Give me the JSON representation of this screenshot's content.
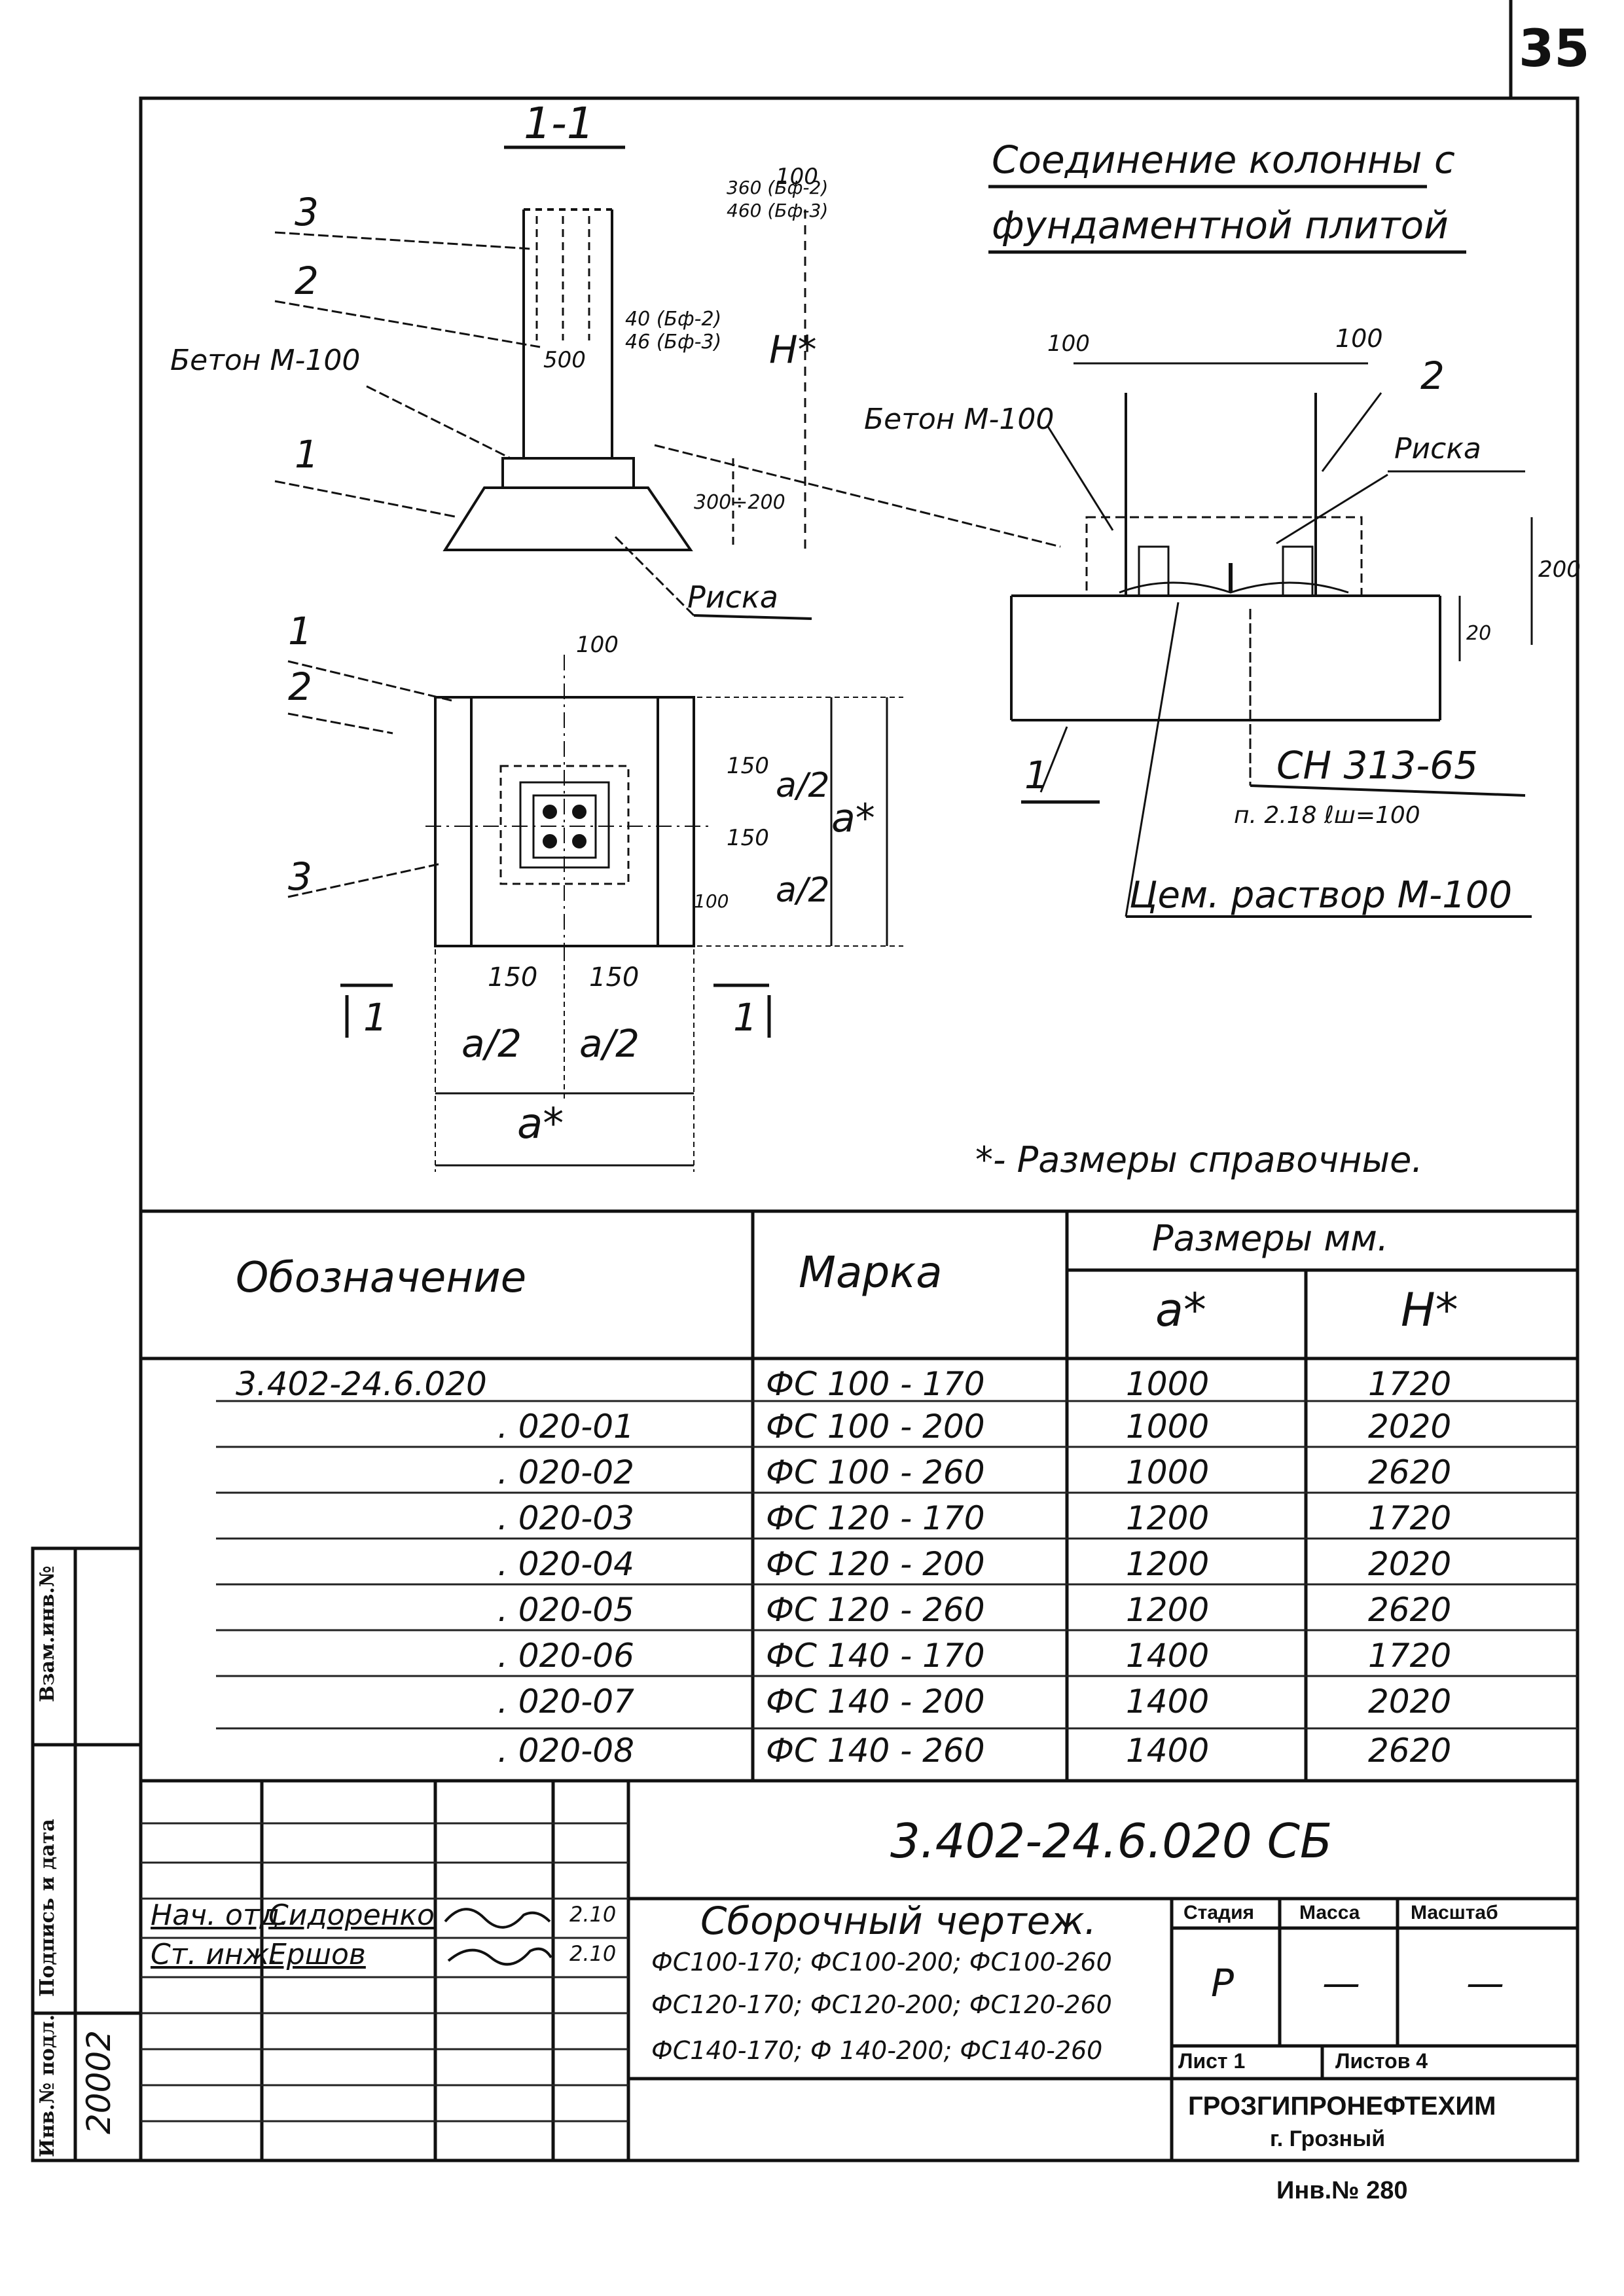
{
  "page_number": "35",
  "section_label": "1-1",
  "title_lines": [
    "Соединение колонны с",
    "фундаментной плитой"
  ],
  "drawing_left": {
    "callouts": [
      "3",
      "2",
      "1"
    ],
    "beton_label": "Бетон М-100",
    "riska_label": "Риска",
    "dims": {
      "top_100": "100",
      "height_h": "H*",
      "d500": "500",
      "d300_200": "300÷200",
      "vert_note_1": "360 (Бф-2)",
      "vert_note_2": "460 (Бф-3)",
      "small_note_1": "40 (Бф-2)",
      "small_note_2": "46 (Бф-3)"
    }
  },
  "drawing_plan": {
    "callouts": [
      "1",
      "2",
      "3"
    ],
    "dims": {
      "d100_top": "100",
      "d150_left": "150",
      "d150_right": "150",
      "a_half_left": "a/2",
      "a_half_right": "a/2",
      "a_star": "a*",
      "v150_a": "150",
      "v150_b": "150",
      "v100": "100",
      "a_half_v_top": "a/2",
      "a_half_v_bot": "a/2",
      "a_star_v": "a*"
    },
    "section_marks": [
      "1",
      "1"
    ]
  },
  "drawing_right": {
    "beton_label": "Бетон М-100",
    "riska_label": "Риска",
    "callouts": [
      "2",
      "1"
    ],
    "dims": {
      "d100_left": "100",
      "d100_right": "100",
      "d200": "200",
      "d20": "20"
    },
    "snip": "СН 313-65",
    "snip_note": "п. 2.18   ℓш=100",
    "mortar": "Цем. раствор М-100"
  },
  "footnote": "*- Размеры справочные.",
  "spec_table": {
    "headers": {
      "designation": "Обозначение",
      "mark": "Марка",
      "sizes": "Размеры мм.",
      "a": "a*",
      "h": "H*"
    },
    "rows": [
      {
        "designation": "3.402-24.6.020",
        "mark": "ФС 100 - 170",
        "a": "1000",
        "h": "1720"
      },
      {
        "designation": ". 020-01",
        "mark": "ФС 100 - 200",
        "a": "1000",
        "h": "2020"
      },
      {
        "designation": ". 020-02",
        "mark": "ФС 100 - 260",
        "a": "1000",
        "h": "2620"
      },
      {
        "designation": ". 020-03",
        "mark": "ФС 120 - 170",
        "a": "1200",
        "h": "1720"
      },
      {
        "designation": ". 020-04",
        "mark": "ФС 120 - 200",
        "a": "1200",
        "h": "2020"
      },
      {
        "designation": ". 020-05",
        "mark": "ФС 120 - 260",
        "a": "1200",
        "h": "2620"
      },
      {
        "designation": ". 020-06",
        "mark": "ФС 140 - 170",
        "a": "1400",
        "h": "1720"
      },
      {
        "designation": ". 020-07",
        "mark": "ФС 140 - 200",
        "a": "1400",
        "h": "2020"
      },
      {
        "designation": ". 020-08",
        "mark": "ФС 140 - 260",
        "a": "1400",
        "h": "2620"
      }
    ]
  },
  "side_strip": {
    "vzam": "Взам.инв.№",
    "podpis": "Подпись и дата",
    "inv_podl": "Инв.№ подл.",
    "inv_value": "20002"
  },
  "title_block": {
    "doc_code": "3.402-24.6.020 СБ",
    "doc_name": "Сборочный чертеж.",
    "marks_lines": [
      "ФС100-170; ФС100-200; ФС100-260",
      "ФС120-170; ФС120-200; ФС120-260",
      "ФС140-170; Ф 140-200; ФС140-260"
    ],
    "stadia_label": "Стадия",
    "massa_label": "Масса",
    "masshtab_label": "Масштаб",
    "stadia_value": "Р",
    "massa_value": "—",
    "masshtab_value": "—",
    "list_label": "Лист 1",
    "listov_label": "Листов 4",
    "org_name": "ГРОЗГИПРОНЕФТЕХИМ",
    "org_city": "г. Грозный",
    "roles": [
      {
        "role": "Нач. отд.",
        "name": "Сидоренко",
        "date": "2.10"
      },
      {
        "role": "Ст. инж.",
        "name": "Ершов",
        "date": "2.10"
      }
    ]
  },
  "inv_bottom": "Инв.№ 280"
}
